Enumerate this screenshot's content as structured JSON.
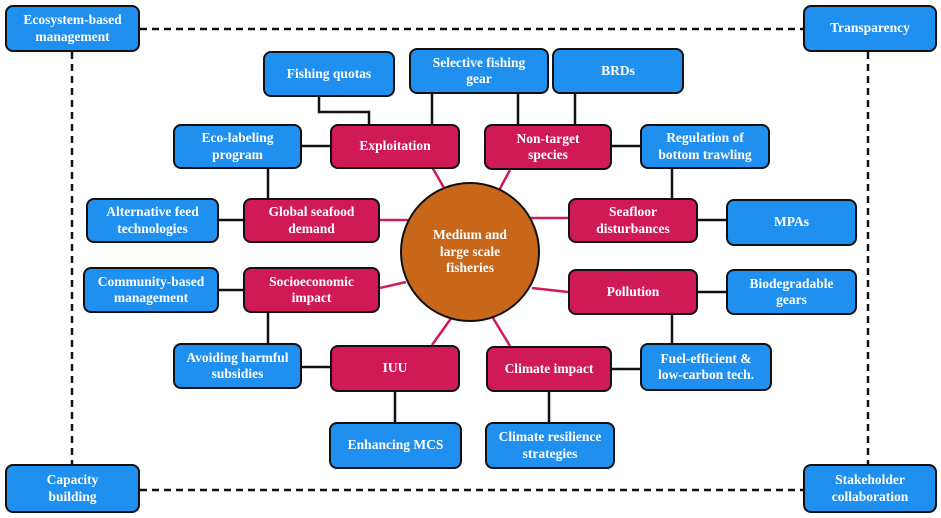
{
  "center": {
    "label": "Medium and\nlarge scale\nfisheries"
  },
  "corners": {
    "ecosystem": "Ecosystem-based\nmanagement",
    "transparency": "Transparency",
    "capacity": "Capacity\nbuilding",
    "stakeholder": "Stakeholder\ncollaboration"
  },
  "issues": {
    "exploitation": "Exploitation",
    "non_target": "Non-target\nspecies",
    "global_demand": "Global seafood\ndemand",
    "seafloor": "Seafloor\ndisturbances",
    "socioeconomic": "Socioeconomic\nimpact",
    "pollution": "Pollution",
    "iuu": "IUU",
    "climate": "Climate impact"
  },
  "solutions": {
    "fishing_quotas": "Fishing quotas",
    "selective_gear": "Selective fishing\ngear",
    "brds": "BRDs",
    "eco_labeling": "Eco-labeling\nprogram",
    "bottom_trawling": "Regulation of\nbottom trawling",
    "alt_feed": "Alternative feed\ntechnologies",
    "mpas": "MPAs",
    "community": "Community-based\nmanagement",
    "biodegradable": "Biodegradable\ngears",
    "subsidies": "Avoiding harmful\nsubsidies",
    "fuel_efficient": "Fuel-efficient &\nlow-carbon tech.",
    "mcs": "Enhancing MCS",
    "resilience": "Climate resilience\nstrategies"
  },
  "colors": {
    "solution_fill": "#1f8ff0",
    "issue_fill": "#cf1a56",
    "center_fill": "#c8661a",
    "spoke_line": "#cf1a56",
    "connector_line": "#111111"
  }
}
